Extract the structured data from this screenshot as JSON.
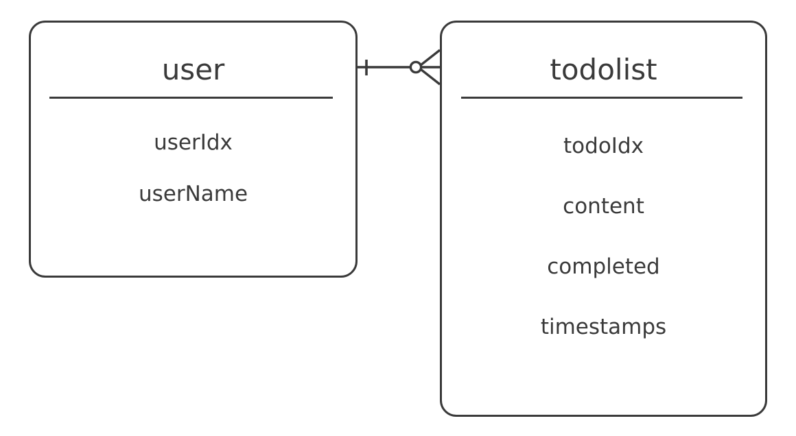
{
  "diagram": {
    "type": "entity-relationship-diagram",
    "notation": "crows-foot",
    "background_color": "#ffffff",
    "stroke_color": "#3a3a3a",
    "entities": [
      {
        "name": "user",
        "title": "user",
        "attributes": [
          {
            "label": "userIdx"
          },
          {
            "label": "userName"
          }
        ]
      },
      {
        "name": "todolist",
        "title": "todolist",
        "attributes": [
          {
            "label": "todoIdx"
          },
          {
            "label": "content"
          },
          {
            "label": "completed"
          },
          {
            "label": "timestamps"
          }
        ]
      }
    ],
    "relationship": {
      "from": "user",
      "to": "todolist",
      "from_cardinality": "one",
      "to_cardinality": "zero-or-many",
      "label": ""
    }
  }
}
